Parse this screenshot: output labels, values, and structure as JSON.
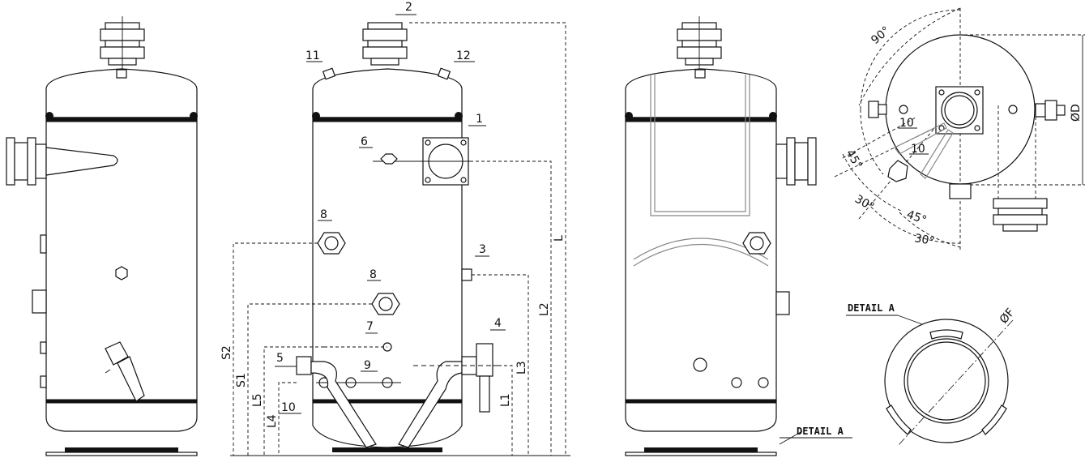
{
  "callouts": {
    "c1": "1",
    "c2": "2",
    "c3": "3",
    "c4": "4",
    "c5": "5",
    "c6": "6",
    "c7": "7",
    "c8a": "8",
    "c8b": "8",
    "c9": "9",
    "c10": "10",
    "c11": "11",
    "c12": "12"
  },
  "dimensions": {
    "L": "L",
    "L1": "L1",
    "L2": "L2",
    "L3": "L3",
    "L4": "L4",
    "L5": "L5",
    "S1": "S1",
    "S2": "S2"
  },
  "top_view": {
    "angle_90": "90°",
    "angle_45_left": "45°",
    "angle_30_left": "30°",
    "angle_45_right": "45°",
    "angle_30_right": "30°",
    "diameter": "ØD",
    "tag_10a": "10",
    "tag_10b": "10"
  },
  "detail": {
    "title": "DETAIL A",
    "ref_label": "DETAIL A",
    "diameter": "ØF"
  }
}
